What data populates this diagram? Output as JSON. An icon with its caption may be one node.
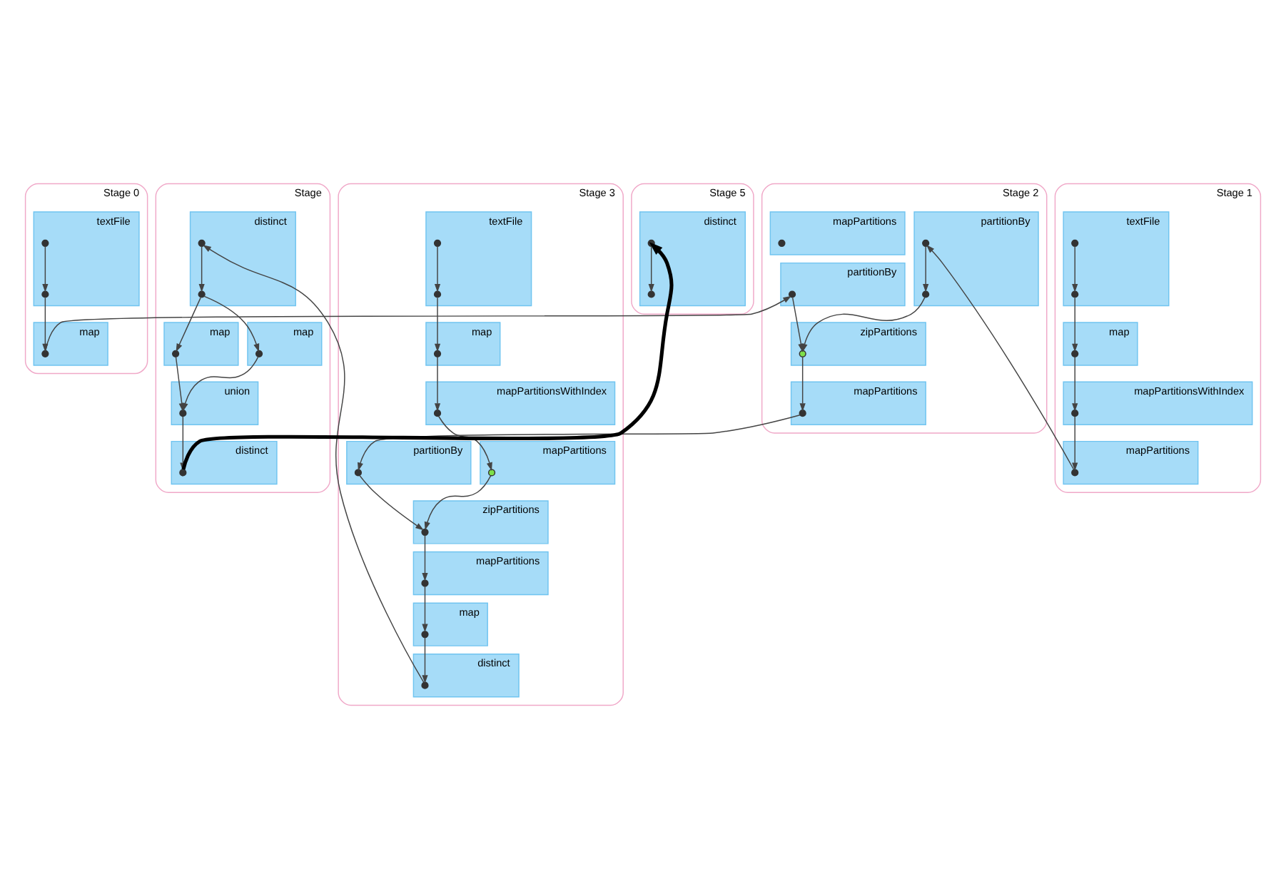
{
  "diagram": {
    "nodes": [
      {
        "text": [
          "Stage 0"
        ]
      },
      {
        "text": [
          "textFile"
        ],
        "in": 0
      },
      {
        "text": [],
        "shape": "circle",
        "in": 1
      },
      {
        "text": [],
        "shape": "circle",
        "in": 1
      },
      {
        "text": [
          "map"
        ],
        "in": 0
      },
      {
        "text": [],
        "shape": "circle",
        "in": 4
      },
      {
        "text": [
          "Stage 1"
        ]
      },
      {
        "text": [
          "textFile"
        ],
        "in": 6
      },
      {
        "text": [],
        "shape": "circle",
        "in": 7
      },
      {
        "text": [],
        "shape": "circle",
        "in": 7
      },
      {
        "text": [
          "map"
        ],
        "in": 6
      },
      {
        "text": [],
        "shape": "circle",
        "in": 10
      },
      {
        "text": [
          "mapPartitionsWithIndex"
        ],
        "in": 6
      },
      {
        "text": [],
        "shape": "circle",
        "in": 12
      },
      {
        "text": [
          "mapPartitions"
        ],
        "in": 6
      },
      {
        "text": [],
        "shape": "circle",
        "in": 14
      },
      {
        "text": [
          "Stage 2"
        ]
      },
      {
        "text": [
          "partitionBy"
        ],
        "in": 16
      },
      {
        "text": [],
        "shape": "circle",
        "in": 17
      },
      {
        "text": [],
        "shape": "circle",
        "in": 17
      },
      {
        "text": [
          "partitionBy"
        ],
        "in": 16
      },
      {
        "text": [],
        "shape": "circle",
        "in": 20
      },
      {
        "text": [
          "mapPartitions"
        ],
        "in": 16
      },
      {
        "text": [],
        "shape": "circle",
        "in": 22
      },
      {
        "text": [
          "zipPartitions"
        ],
        "in": 16
      },
      {
        "text": [],
        "shape": "circle",
        "in": 24
      },
      {
        "text": [
          "mapPartitions"
        ],
        "in": 16
      },
      {
        "text": [],
        "shape": "circle",
        "in": 26
      },
      {
        "text": [
          "Stage 3"
        ]
      },
      {
        "text": [
          "textFile"
        ],
        "in": 28
      },
      {
        "text": [],
        "shape": "circle",
        "in": 29
      },
      {
        "text": [],
        "shape": "circle",
        "in": 29
      },
      {
        "text": [
          "map"
        ],
        "in": 28
      },
      {
        "text": [],
        "shape": "circle",
        "in": 32
      },
      {
        "text": [
          "mapPartitionsWithIndex"
        ],
        "in": 28
      },
      {
        "text": [],
        "shape": "circle",
        "in": 34
      },
      {
        "text": [
          "mapPartitions"
        ],
        "in": 28
      },
      {
        "text": [],
        "shape": "circle",
        "in": 36
      },
      {
        "text": [
          "partitionBy"
        ],
        "in": 28
      },
      {
        "text": [],
        "shape": "circle",
        "in": 38
      },
      {
        "text": [
          "zipPartitions"
        ],
        "in": 28
      },
      {
        "text": [],
        "shape": "circle",
        "in": 40
      },
      {
        "text": [
          "mapPartitions"
        ],
        "in": 28
      },
      {
        "text": [],
        "shape": "circle",
        "in": 42
      },
      {
        "text": [
          "map"
        ],
        "in": 28
      },
      {
        "text": [],
        "shape": "circle",
        "in": 44
      },
      {
        "text": [
          "distinct"
        ],
        "in": 28
      },
      {
        "text": [],
        "shape": "circle",
        "in": 46
      },
      {
        "text": [
          "Stage"
        ]
      },
      {
        "text": [
          "distinct"
        ],
        "in": 48
      },
      {
        "text": [],
        "shape": "circle",
        "in": 49
      },
      {
        "text": [],
        "shape": "circle",
        "in": 49
      },
      {
        "text": [
          "map"
        ],
        "in": 48
      },
      {
        "text": [],
        "shape": "circle",
        "in": 52
      },
      {
        "text": [
          "map"
        ],
        "in": 48
      },
      {
        "text": [],
        "shape": "circle",
        "in": 54
      },
      {
        "text": [
          "union"
        ],
        "in": 48
      },
      {
        "text": [],
        "shape": "circle",
        "in": 56
      },
      {
        "text": [
          "distinct"
        ],
        "in": 48
      },
      {
        "text": [],
        "shape": "circle",
        "in": 58
      },
      {
        "text": [
          "Stage 5"
        ]
      },
      {
        "text": [
          "distinct"
        ],
        "in": 60
      },
      {
        "text": [],
        "shape": "circle",
        "in": 61
      },
      {
        "text": [],
        "shape": "circle",
        "in": 61
      }
    ],
    "edges": [
      {
        "from": 2,
        "to": 3,
        "arrow": "to"
      },
      {
        "from": 3,
        "to": 5,
        "arrow": "to"
      },
      {
        "from": 5,
        "to": 21,
        "arrow": "to"
      },
      {
        "from": 8,
        "to": 9,
        "arrow": "to"
      },
      {
        "from": 9,
        "to": 11,
        "arrow": "to"
      },
      {
        "from": 11,
        "to": 13,
        "arrow": "to"
      },
      {
        "from": 13,
        "to": 15,
        "arrow": "to"
      },
      {
        "from": 15,
        "to": 18,
        "arrow": "to"
      },
      {
        "from": 18,
        "to": 19,
        "arrow": "to"
      },
      {
        "from": 19,
        "to": 25,
        "arrow": "to"
      },
      {
        "from": 21,
        "to": 25,
        "arrow": "to"
      },
      {
        "from": 25,
        "to": 27,
        "arrow": "to"
      },
      {
        "from": 27,
        "to": 39,
        "arrow": "to"
      },
      {
        "from": 30,
        "to": 31,
        "arrow": "to"
      },
      {
        "from": 31,
        "to": 33,
        "arrow": "to"
      },
      {
        "from": 33,
        "to": 35,
        "arrow": "to"
      },
      {
        "from": 35,
        "to": 37,
        "arrow": "to"
      },
      {
        "from": 37,
        "to": 41,
        "arrow": "to"
      },
      {
        "from": 39,
        "to": 41,
        "arrow": "to"
      },
      {
        "from": 41,
        "to": 43,
        "arrow": "to"
      },
      {
        "from": 43,
        "to": 45,
        "arrow": "to"
      },
      {
        "from": 45,
        "to": 47,
        "arrow": "to"
      },
      {
        "from": 47,
        "to": 50,
        "arrow": "to"
      },
      {
        "from": 50,
        "to": 51,
        "arrow": "to"
      },
      {
        "from": 51,
        "to": 53,
        "arrow": "to"
      },
      {
        "from": 51,
        "to": 55,
        "arrow": "to"
      },
      {
        "from": 53,
        "to": 57,
        "arrow": "to"
      },
      {
        "from": 55,
        "to": 57,
        "arrow": "to"
      },
      {
        "from": 57,
        "to": 59,
        "arrow": "to"
      },
      {
        "from": 59,
        "to": 62,
        "arrow": "to",
        "style": "thick",
        "color": "#000000"
      },
      {
        "from": 62,
        "to": 63,
        "arrow": "to"
      }
    ]
  }
}
